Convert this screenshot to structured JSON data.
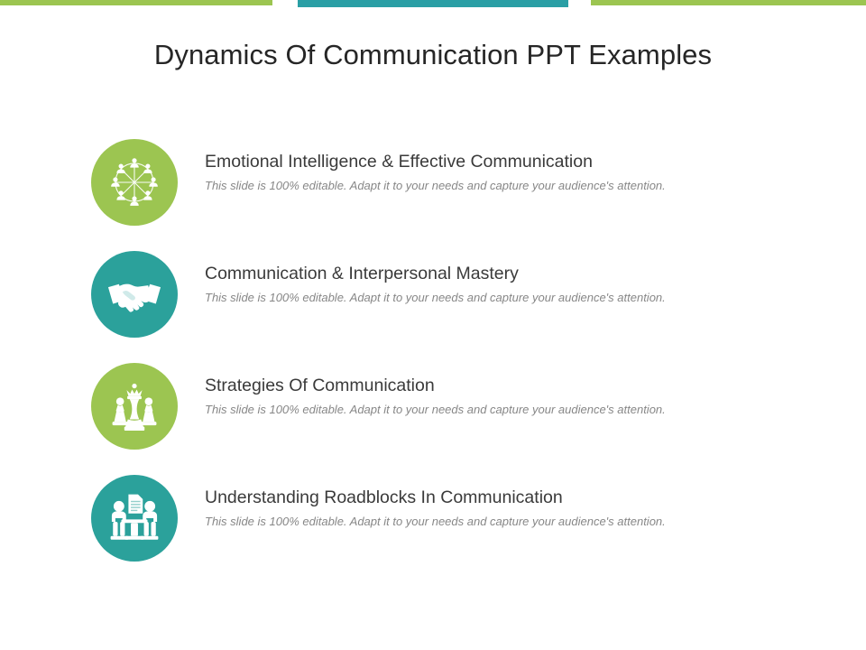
{
  "slide": {
    "title": "Dynamics Of Communication PPT Examples",
    "title_color": "#262626",
    "background_color": "#FFFFFF"
  },
  "topbar": {
    "segments": [
      {
        "name": "green-left",
        "color": "#9CC551"
      },
      {
        "name": "teal-middle",
        "color": "#2A9FA5"
      },
      {
        "name": "green-right",
        "color": "#9CC551"
      }
    ]
  },
  "theme": {
    "green": "#9CC551",
    "teal": "#2BA19B",
    "title_text": "#3A3A3A",
    "body_text": "#878787",
    "icon_glyph": "#FFFFFF"
  },
  "items": [
    {
      "title": "Emotional Intelligence & Effective Communication",
      "description": "This slide is 100% editable. Adapt it to your needs and capture your audience's attention.",
      "icon": "people-network-icon",
      "circle_color": "#9CC551"
    },
    {
      "title": "Communication & Interpersonal Mastery",
      "description": "This slide is 100% editable. Adapt it to your needs and capture your audience's attention.",
      "icon": "handshake-icon",
      "circle_color": "#2BA19B"
    },
    {
      "title": "Strategies Of Communication",
      "description": "This slide is 100% editable. Adapt it to your needs and capture your audience's attention.",
      "icon": "chess-pieces-icon",
      "circle_color": "#9CC551"
    },
    {
      "title": "Understanding Roadblocks In Communication",
      "description": "This slide is 100% editable. Adapt it to your needs and capture your audience's attention.",
      "icon": "meeting-document-icon",
      "circle_color": "#2BA19B"
    }
  ]
}
